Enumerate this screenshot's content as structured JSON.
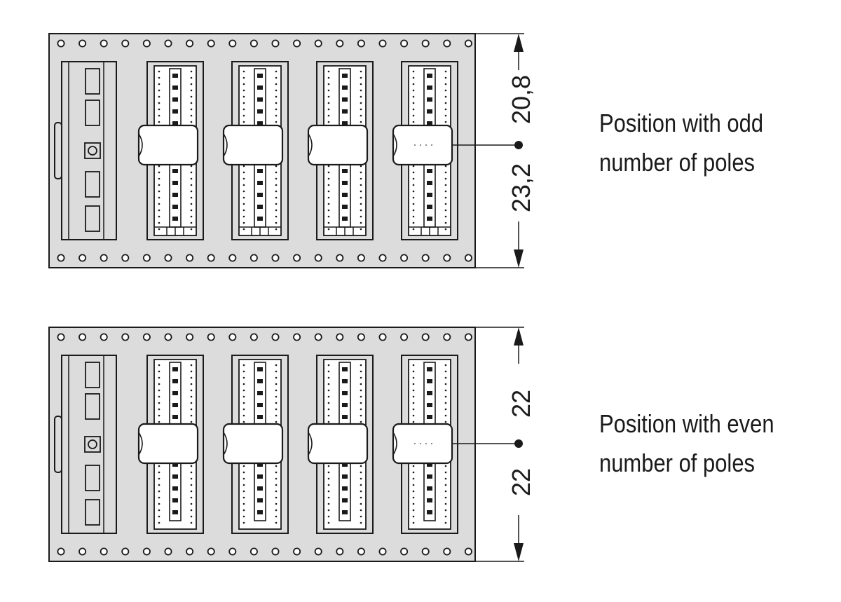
{
  "diagrams": [
    {
      "caption_lines": [
        "Position with odd",
        "number of poles"
      ],
      "dim_upper": "20,8",
      "dim_lower": "23,2"
    },
    {
      "caption_lines": [
        "Position with even",
        "number of poles"
      ],
      "dim_upper": "22",
      "dim_lower": "22"
    }
  ],
  "colors": {
    "rail": "#dcdcdc",
    "line": "#1a1a1a",
    "connector": "#ffffff"
  }
}
